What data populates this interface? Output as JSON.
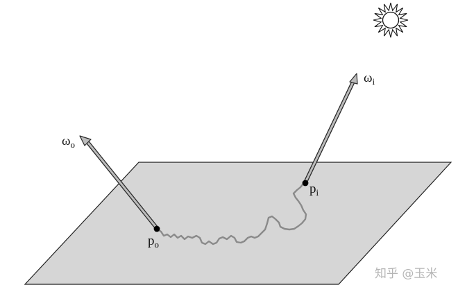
{
  "labels": {
    "omega_o": {
      "main": "ω",
      "sub": "o"
    },
    "omega_i": {
      "main": "ω",
      "sub": "i"
    },
    "p_o": {
      "main": "p",
      "sub": "o"
    },
    "p_i": {
      "main": "p",
      "sub": "i"
    }
  },
  "watermark": "知乎 @玉米",
  "colors": {
    "plane_fill": "#d6d6d6",
    "plane_stroke": "#222222",
    "path_stroke": "#8a8a8a",
    "arrow_fill": "#b9b9b9",
    "sun_fill": "#ffffff"
  },
  "icons": {
    "sun": "sun-icon"
  }
}
